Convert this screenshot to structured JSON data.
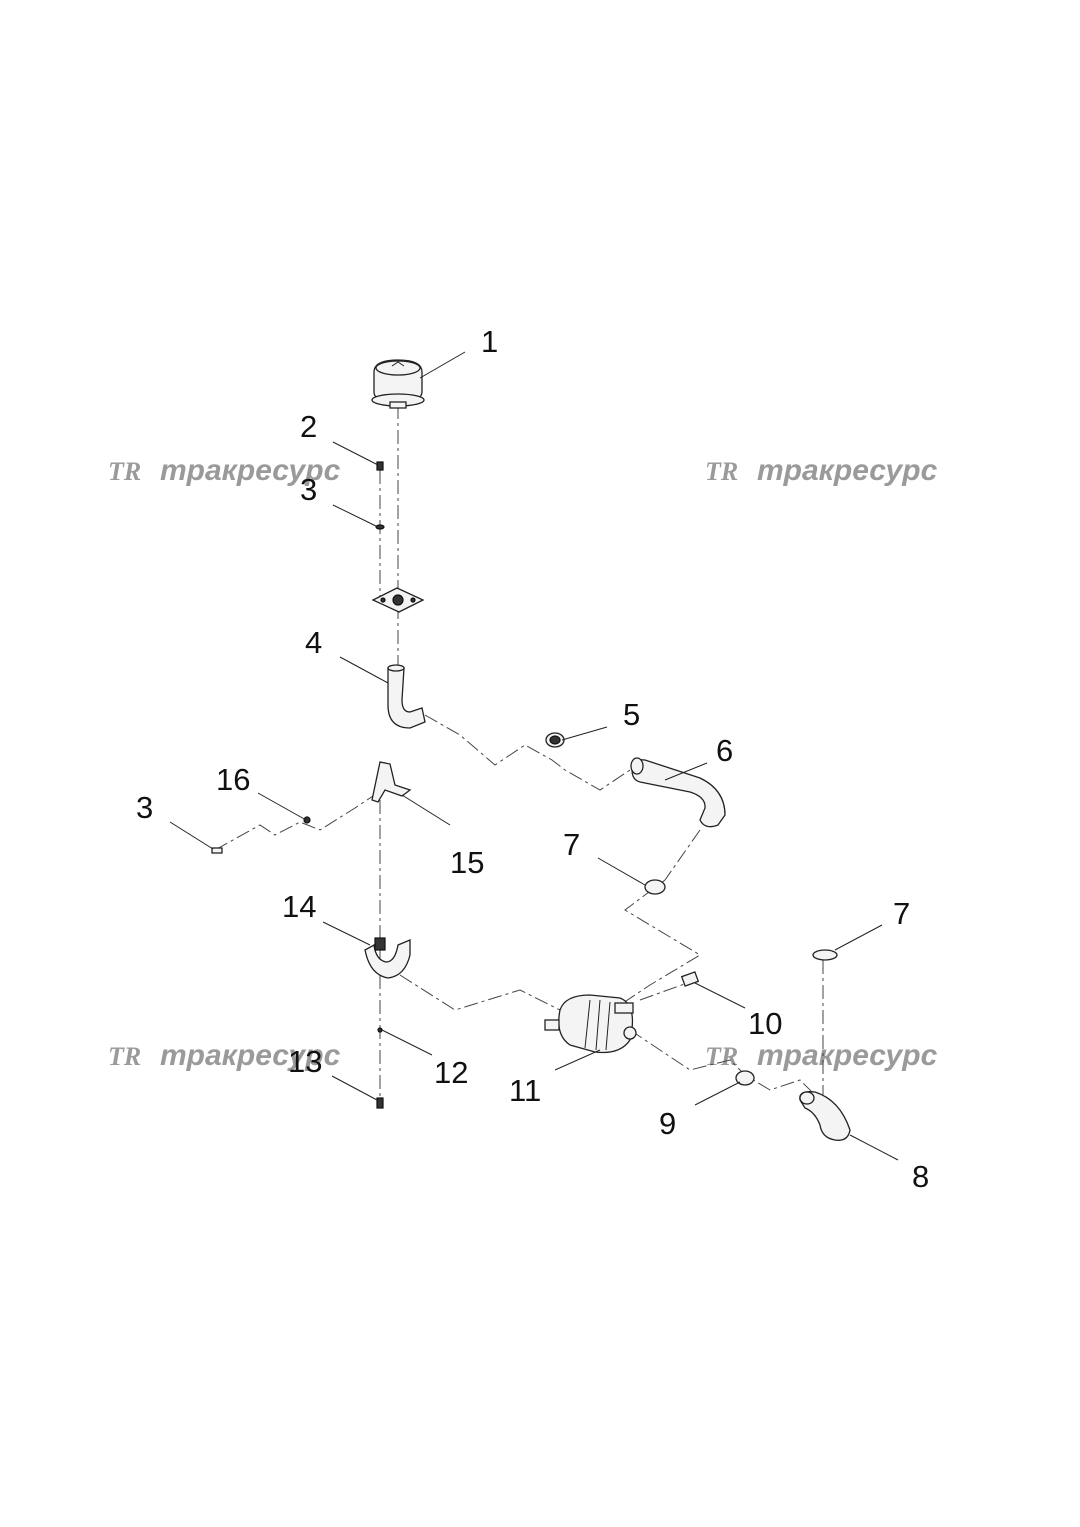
{
  "watermark": {
    "logo": "TR",
    "text": "тракресурс"
  },
  "callouts": [
    {
      "id": "c1",
      "label": "1"
    },
    {
      "id": "c2",
      "label": "2"
    },
    {
      "id": "c3a",
      "label": "3"
    },
    {
      "id": "c4",
      "label": "4"
    },
    {
      "id": "c5",
      "label": "5"
    },
    {
      "id": "c6",
      "label": "6"
    },
    {
      "id": "c3b",
      "label": "3"
    },
    {
      "id": "c16",
      "label": "16"
    },
    {
      "id": "c15",
      "label": "15"
    },
    {
      "id": "c7a",
      "label": "7"
    },
    {
      "id": "c14",
      "label": "14"
    },
    {
      "id": "c7b",
      "label": "7"
    },
    {
      "id": "c10",
      "label": "10"
    },
    {
      "id": "c12",
      "label": "12"
    },
    {
      "id": "c13",
      "label": "13"
    },
    {
      "id": "c11",
      "label": "11"
    },
    {
      "id": "c9",
      "label": "9"
    },
    {
      "id": "c8",
      "label": "8"
    }
  ]
}
